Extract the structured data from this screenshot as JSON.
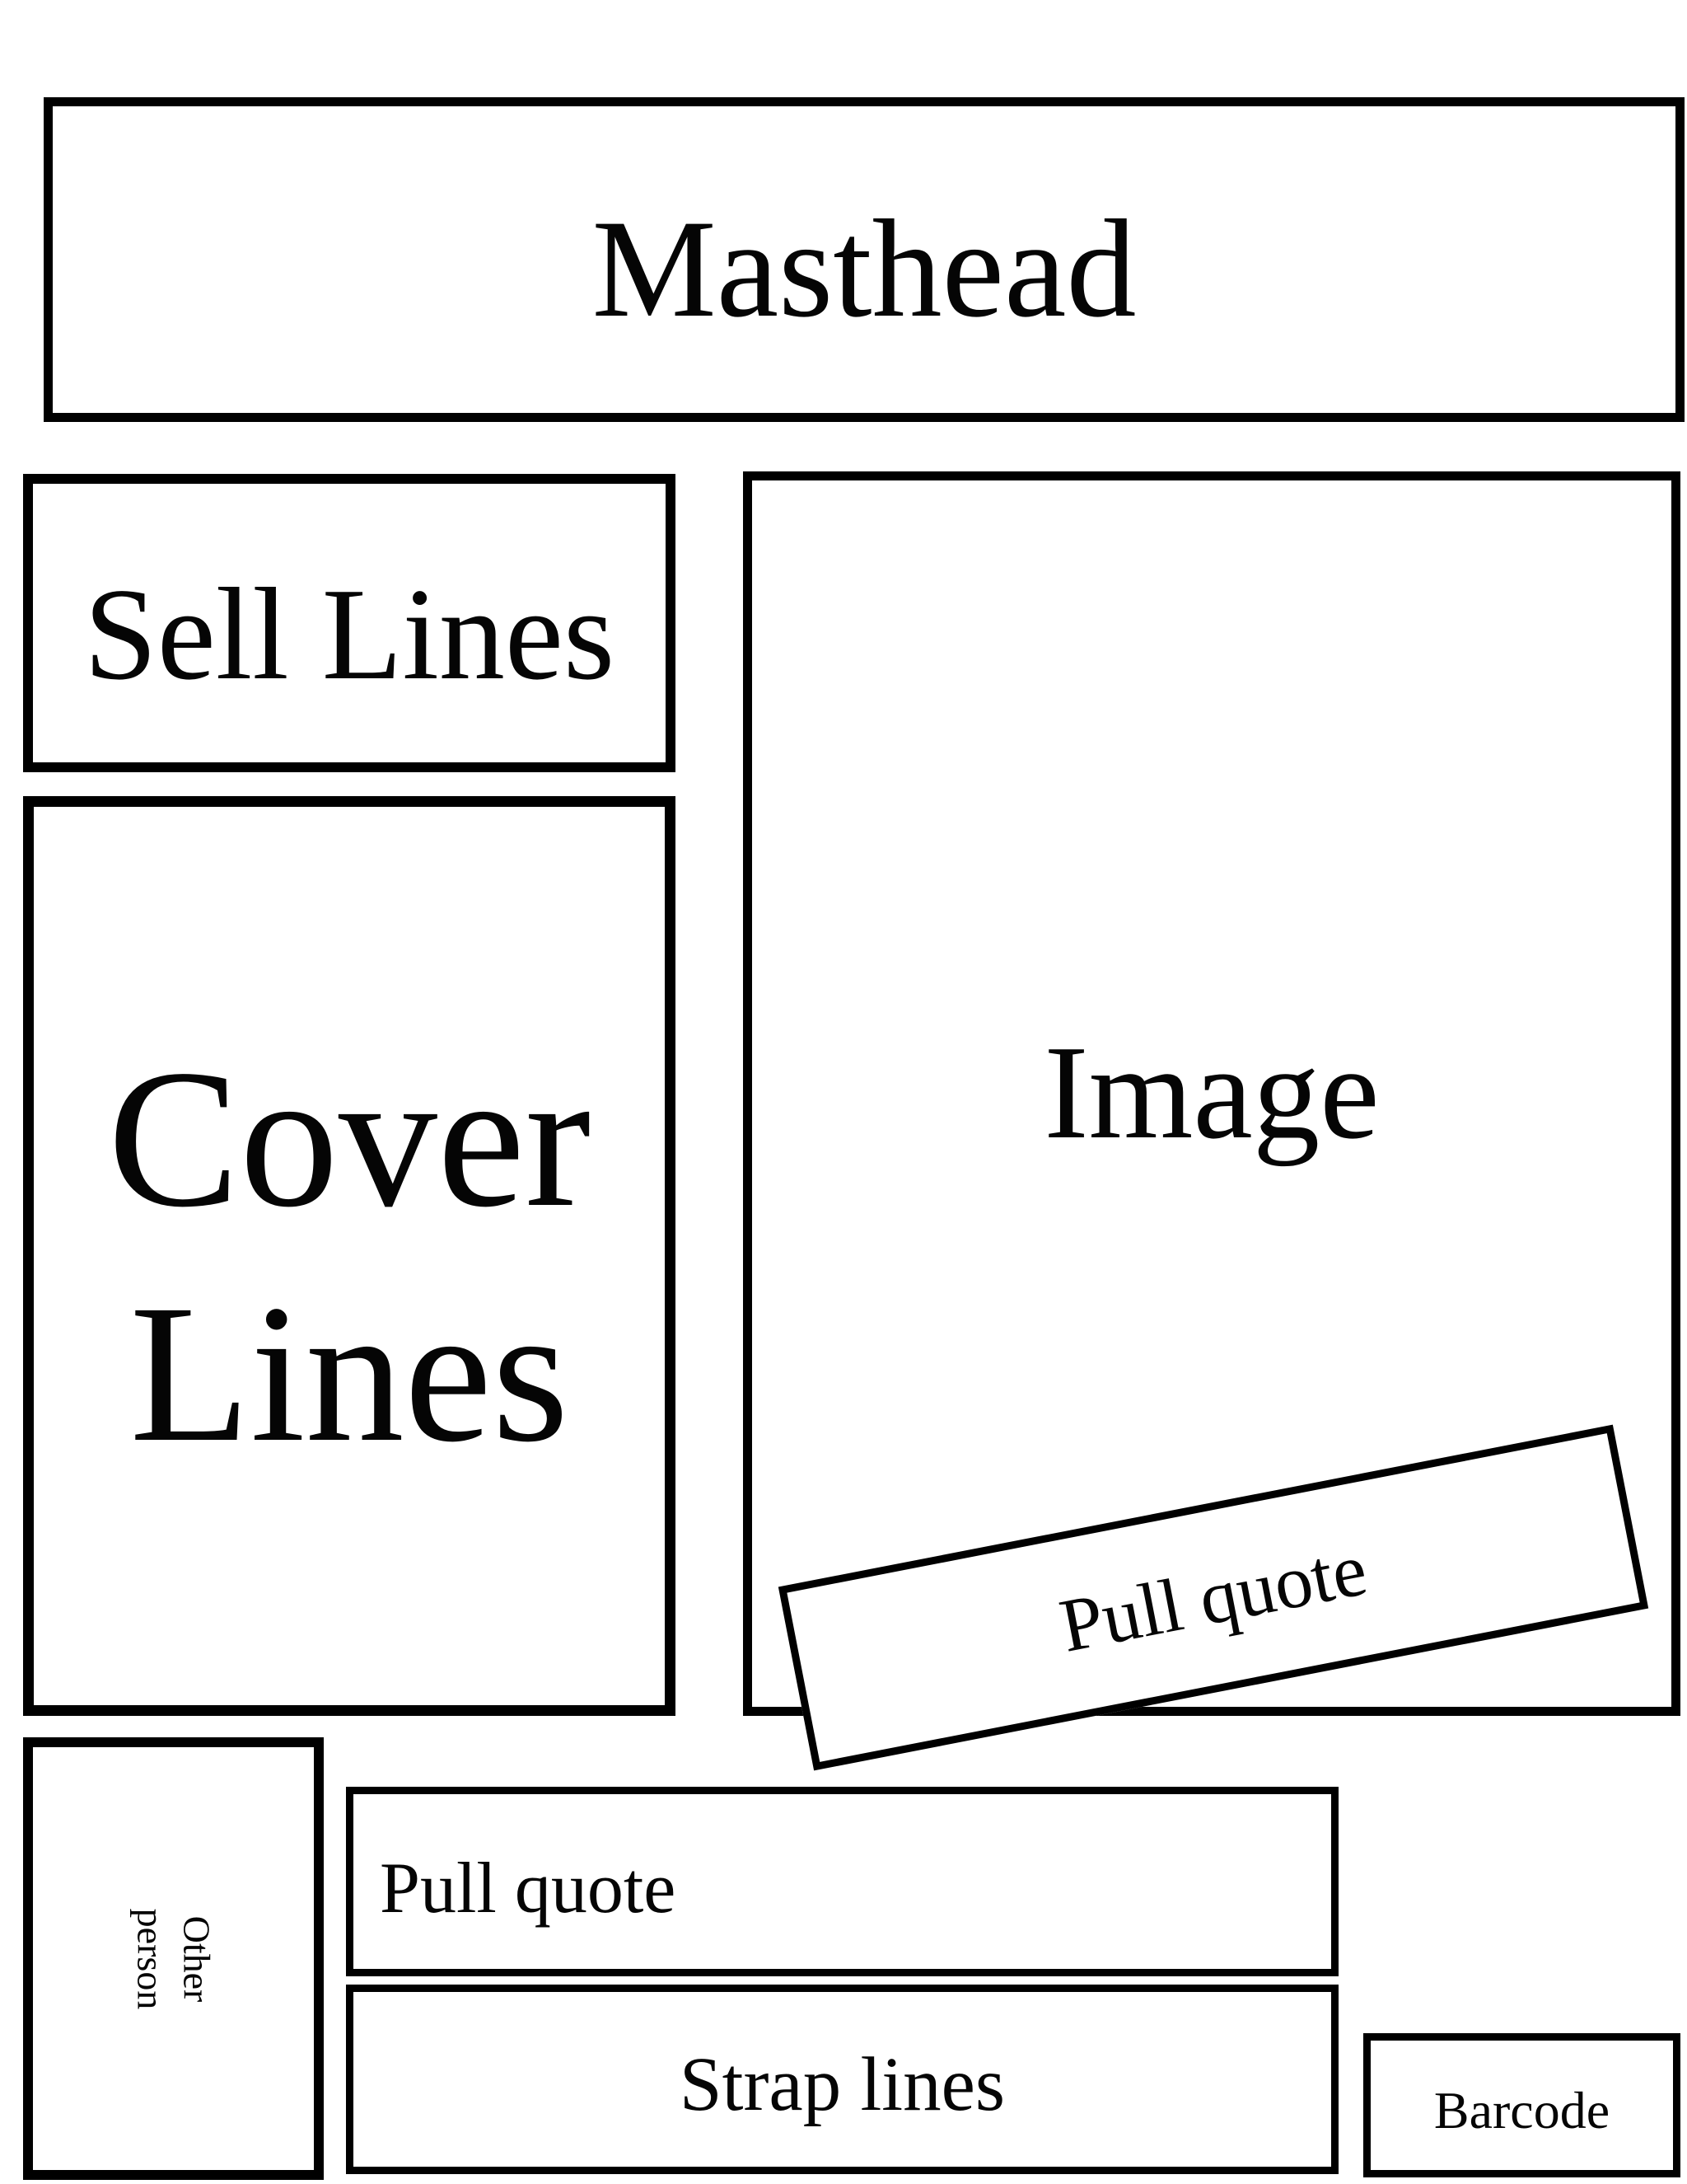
{
  "page": {
    "background_color": "#ffffff",
    "line_color": "#000000",
    "text_color": "#050505",
    "description": "Magazine front cover layout wireframe"
  },
  "boxes": {
    "masthead": {
      "label": "Masthead"
    },
    "sell_lines": {
      "label": "Sell Lines"
    },
    "cover_lines": {
      "line1": "Cover",
      "line2": "Lines"
    },
    "image": {
      "label": "Image"
    },
    "pull_quote_rotated": {
      "label": "Pull quote"
    },
    "other_person": {
      "line1": "Other",
      "line2": "person"
    },
    "pull_quote_bottom": {
      "label": "Pull quote"
    },
    "strap_lines": {
      "label": "Strap lines"
    },
    "barcode": {
      "label": "Barcode"
    }
  }
}
